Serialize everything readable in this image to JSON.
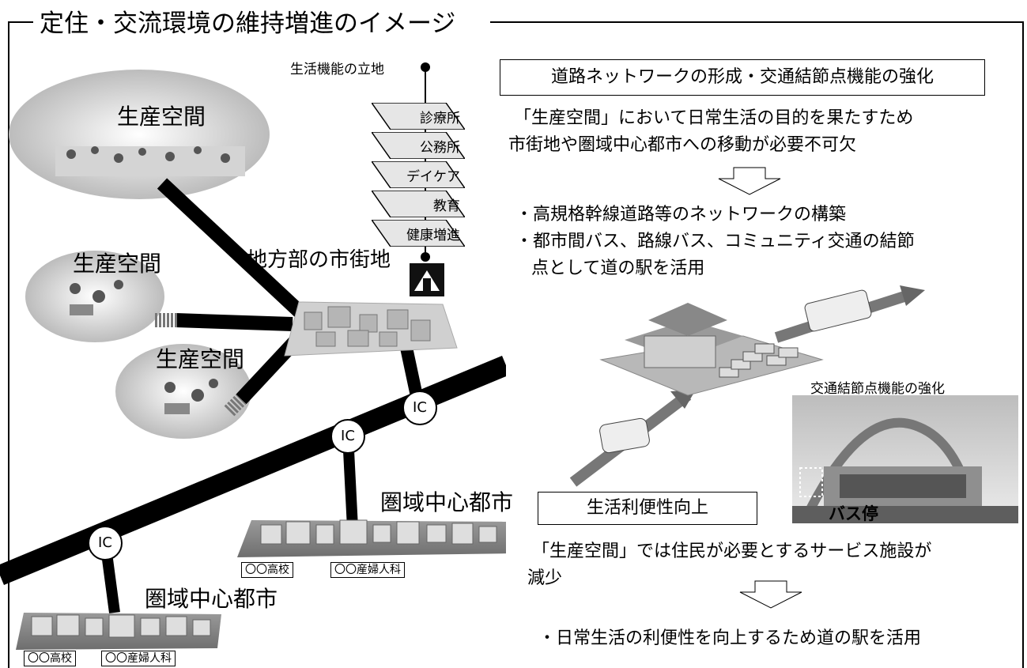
{
  "frame": {
    "title": "定住・交流環境の維持増進のイメージ"
  },
  "left": {
    "facility_header": "生活機能の立地",
    "facility_cards": [
      "診療所",
      "公務所",
      "デイケア",
      "教育",
      "健康増進"
    ],
    "town_label": "地方部の市街地",
    "production_space": [
      "生産空間",
      "生産空間",
      "生産空間"
    ],
    "city_center": [
      "圏域中心都市",
      "圏域中心都市"
    ],
    "ic_label": "IC",
    "tags": [
      "〇〇高校",
      "〇〇産婦人科",
      "〇〇高校",
      "〇〇産婦人科"
    ]
  },
  "right": {
    "box1_title": "道路ネットワークの形成・交通結節点機能の強化",
    "para1_line1": "「生産空間」において日常生活の目的を果たすため",
    "para1_line2": "市街地や圏域中心都市への移動が必要不可欠",
    "bullet1": "・高規格幹線道路等のネットワークの構築",
    "bullet2_line1": "・都市間バス、路線バス、コミュニティ交通の結節",
    "bullet2_line2": "点として道の駅を活用",
    "photo_caption": "交通結節点機能の強化",
    "bus_stop_label": "バス停",
    "box2_title": "生活利便性向上",
    "para2_line1": "「生産空間」では住民が必要とするサービス施設が",
    "para2_line2": "減少",
    "bullet3": "・日常生活の利便性を向上するため道の駅を活用"
  }
}
